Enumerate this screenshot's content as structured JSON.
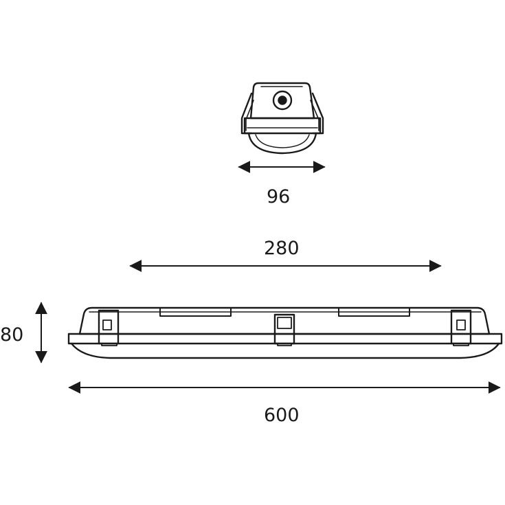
{
  "dimensions": {
    "width": "96",
    "mount_spacing": "280",
    "height": "80",
    "length": "600"
  },
  "colors": {
    "stroke": "#1a1a1a",
    "background": "#ffffff"
  }
}
